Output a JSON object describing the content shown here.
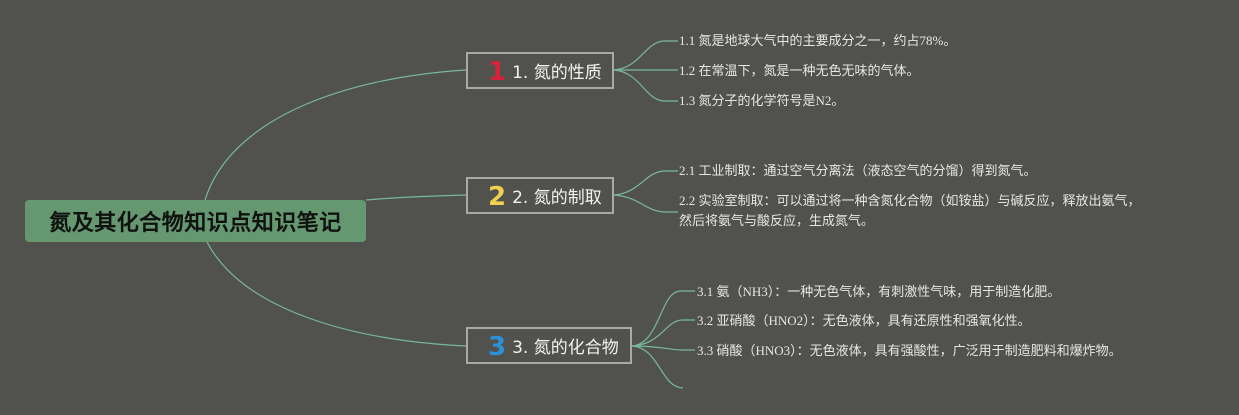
{
  "root": {
    "title": "氮及其化合物知识点知识笔记",
    "color": "#659770"
  },
  "colors": {
    "background": "#51524e",
    "link": "#79b89a",
    "branch_border": "#a9aaa8"
  },
  "branches": [
    {
      "badge": "1",
      "badge_color": "#d6233b",
      "label": "1. 氮的性质",
      "items": [
        "1.1 氮是地球大气中的主要成分之一，约占78%。",
        "1.2 在常温下，氮是一种无色无味的气体。",
        "1.3 氮分子的化学符号是N2。"
      ]
    },
    {
      "badge": "2",
      "badge_color": "#f1cf4f",
      "label": "2. 氮的制取",
      "items": [
        "2.1 工业制取：通过空气分离法（液态空气的分馏）得到氮气。",
        "2.2 实验室制取：可以通过将一种含氮化合物（如铵盐）与碱反应，释放出氨气，",
        "然后将氨气与酸反应，生成氮气。"
      ]
    },
    {
      "badge": "3",
      "badge_color": "#2d8fd5",
      "label": "3. 氮的化合物",
      "items": [
        "3.1 氨（NH3）：一种无色气体，有刺激性气味，用于制造化肥。",
        "3.2 亚硝酸（HNO2）：无色液体，具有还原性和强氧化性。",
        "3.3 硝酸（HNO3）：无色液体，具有强酸性，广泛用于制造肥料和爆炸物。"
      ]
    }
  ]
}
